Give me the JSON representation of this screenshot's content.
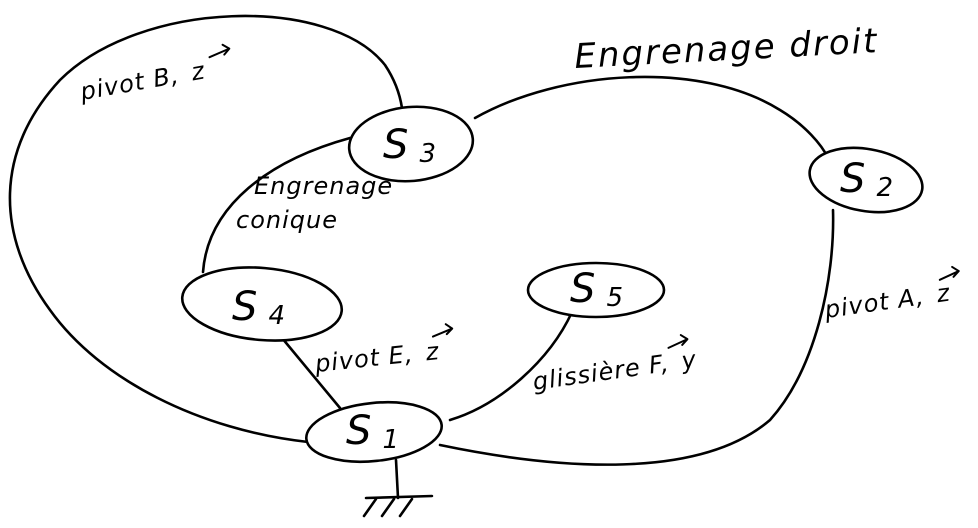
{
  "nodes": {
    "s1": {
      "letter": "S",
      "index": "1"
    },
    "s2": {
      "letter": "S",
      "index": "2"
    },
    "s3": {
      "letter": "S",
      "index": "3"
    },
    "s4": {
      "letter": "S",
      "index": "4"
    },
    "s5": {
      "letter": "S",
      "index": "5"
    }
  },
  "links": {
    "pivot_b": {
      "text": "pivot B,",
      "vector": "z"
    },
    "engrenage_droit": {
      "text": "Engrenage droit"
    },
    "engrenage_conique": {
      "line1": "Engrenage",
      "line2": "conique"
    },
    "pivot_a": {
      "text": "pivot A,",
      "vector": "z"
    },
    "pivot_e": {
      "text": "pivot E,",
      "vector": "z"
    },
    "glissiere_f": {
      "text": "glissière F,",
      "vector": "y"
    }
  }
}
